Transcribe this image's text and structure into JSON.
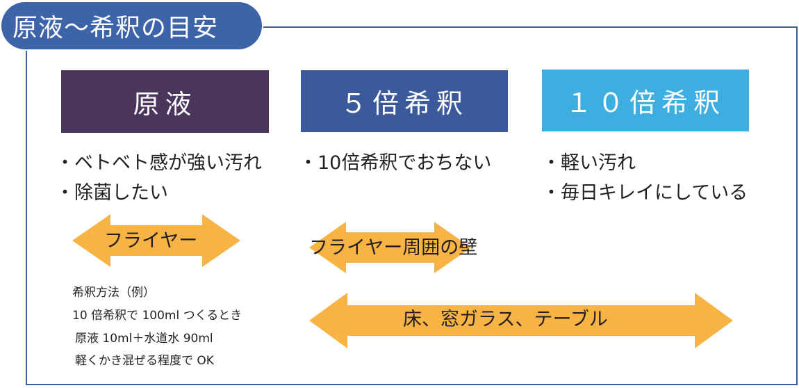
{
  "title": "原液～希釈の目安",
  "colors": {
    "frame": "#3a5fa0",
    "title_bg": "#3d63a8",
    "undiluted": "#4a355c",
    "dilution5": "#3a5a9c",
    "dilution10": "#3daee0",
    "arrow": "#f7b445"
  },
  "columns": [
    {
      "label": "原液",
      "bullets": [
        "・ベトベト感が強い汚れ",
        "・除菌したい"
      ]
    },
    {
      "label": "５倍希釈",
      "bullets": [
        "・10倍希釈でおちない"
      ]
    },
    {
      "label": "１０倍希釈",
      "bullets": [
        "・軽い汚れ",
        "・毎日キレイにしている"
      ]
    }
  ],
  "arrows": [
    {
      "label": "フライヤー"
    },
    {
      "label": "フライヤー周囲の壁"
    },
    {
      "label": "床、窓ガラス、テーブル"
    }
  ],
  "method": {
    "lines": [
      "希釈方法（例）",
      "10 倍希釈で 100ml つくるとき",
      "原液 10ml＋水道水 90ml",
      "軽くかき混ぜる程度で OK"
    ]
  }
}
